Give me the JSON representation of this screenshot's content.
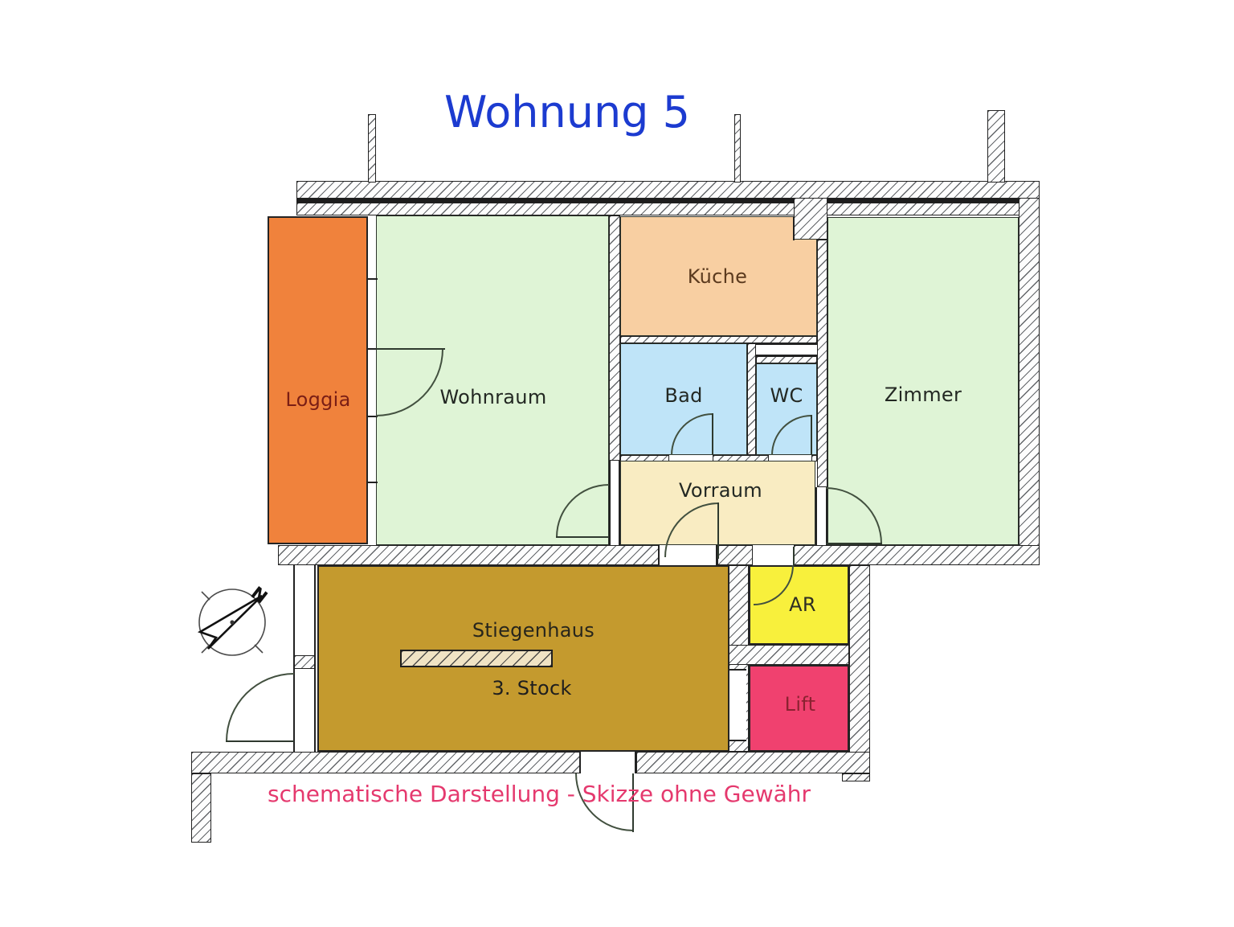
{
  "title": "Wohnung 5",
  "caption": "schematische Darstellung - Skizze ohne Gewähr",
  "compass": {
    "north_label": "N"
  },
  "rooms": {
    "loggia": {
      "label": "Loggia"
    },
    "wohnraum": {
      "label": "Wohnraum"
    },
    "kueche": {
      "label": "Küche"
    },
    "bad": {
      "label": "Bad"
    },
    "wc": {
      "label": "WC"
    },
    "zimmer": {
      "label": "Zimmer"
    },
    "vorraum": {
      "label": "Vorraum"
    },
    "stiegenhaus": {
      "label": "Stiegenhaus",
      "floor_label": "3. Stock"
    },
    "ar": {
      "label": "AR"
    },
    "lift": {
      "label": "Lift"
    }
  },
  "colors": {
    "title_blue": "#1c3bd0",
    "caption_pink": "#e5396e",
    "loggia_orange": "#f0823c",
    "room_green": "#dff4d6",
    "kueche_peach": "#f8cfa2",
    "bath_blue": "#bfe4f8",
    "vorraum_cream": "#f9ecc2",
    "stiegenhaus_gold": "#c49a2e",
    "stair_tan": "#f0e3c4",
    "ar_yellow": "#f8f03c",
    "lift_pink": "#f0416f"
  }
}
